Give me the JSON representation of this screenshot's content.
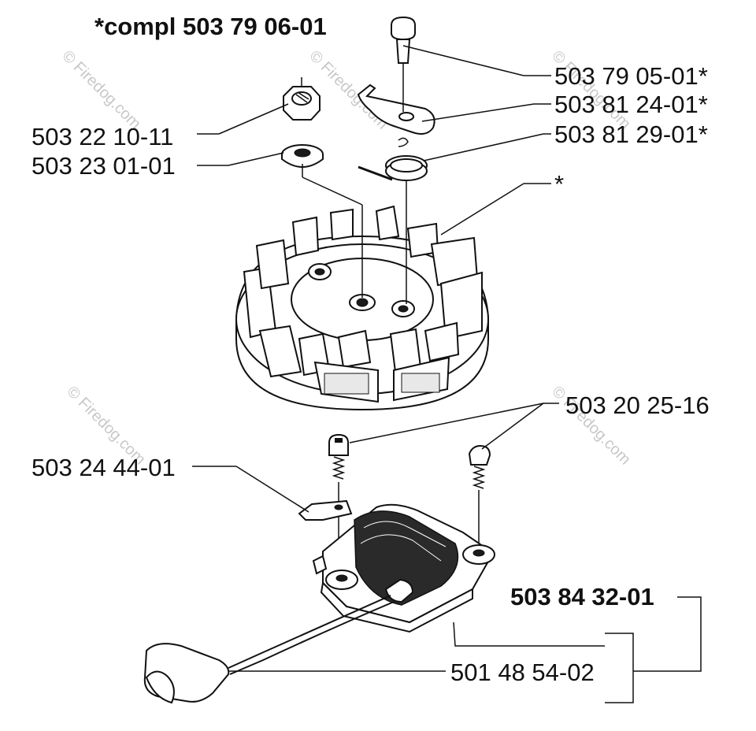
{
  "title": "*compl 503 79 06-01",
  "watermark": "© Firedog.com",
  "labels": {
    "p_503_79_05": "503 79 05-01*",
    "p_503_81_24": "503 81 24-01*",
    "p_503_81_29": "503 81 29-01*",
    "p_star": "*",
    "p_503_22_10": "503 22 10-11",
    "p_503_23_01": "503 23 01-01",
    "p_503_20_25": "503 20 25-16",
    "p_503_24_44": "503 24 44-01",
    "p_503_84_32": "503 84 32-01",
    "p_501_48_54": "501 48 54-02"
  }
}
